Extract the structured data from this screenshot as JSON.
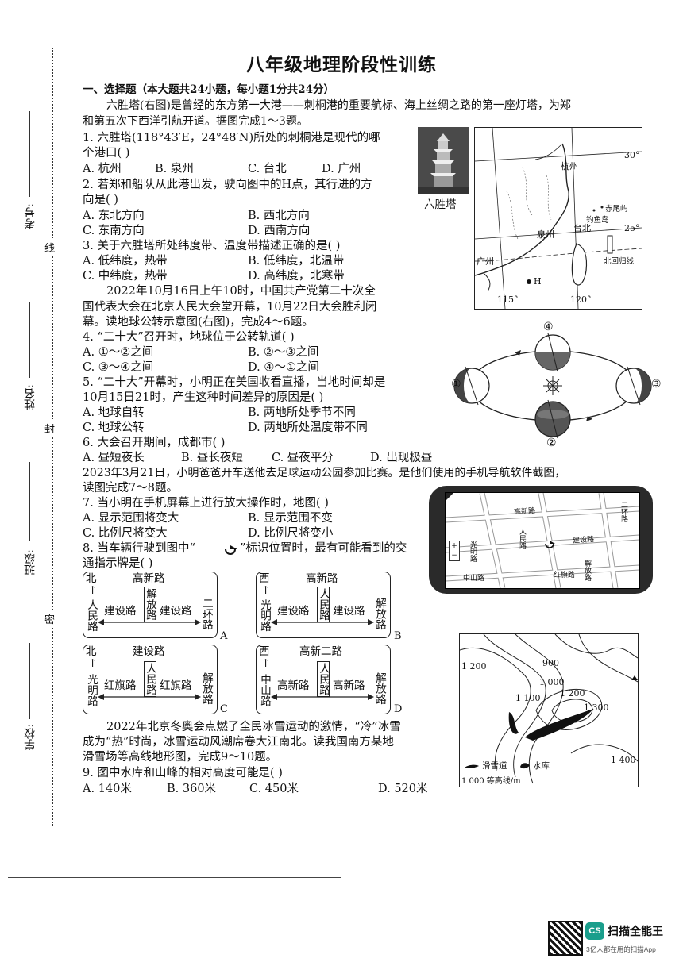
{
  "title": "八年级地理阶段性训练",
  "sidebar": {
    "exam_no": "考号:",
    "name": "姓名:",
    "class": "班级:",
    "school": "学校:",
    "seal_1": "线",
    "seal_2": "封",
    "seal_3": "密"
  },
  "section1": "一、选择题（本大题共24小题，每小题1分共24分）",
  "intro1_line1": "六胜塔(右图)是曾经的东方第一大港——刺桐港的重要航标、海上丝绸之路的第一座灯塔，为郑",
  "intro1_line2": "和第五次下西洋引航开道。据图完成1～3题。",
  "q1_line1": "1. 六胜塔(118°43′E，24°48′N)所处的刺桐港是现代的哪",
  "q1_line2": "个港口(     )",
  "q1_opts": [
    "A. 杭州",
    "B. 泉州",
    "C. 台北",
    "D. 广州"
  ],
  "q2_line1": "2. 若郑和船队从此港出发，驶向图中的H点，其行进的方",
  "q2_line2": "向是(     )",
  "q2_opts": [
    "A. 东北方向",
    "B. 西北方向",
    "C. 东南方向",
    "D. 西南方向"
  ],
  "q3": "3. 关于六胜塔所处纬度带、温度带描述正确的是(     )",
  "q3_opts": [
    "A. 低纬度，热带",
    "B. 低纬度，北温带",
    "C. 中纬度，热带",
    "D. 高纬度，北寒带"
  ],
  "intro2_line1": "2022年10月16日上午10时，中国共产党第二十次全",
  "intro2_line2": "国代表大会在北京人民大会堂开幕，10月22日大会胜利闭",
  "intro2_line3": "幕。读地球公转示意图(右图)，完成4～6题。",
  "q4": "4. “二十大”召开时，地球位于公转轨道(     )",
  "q4_opts": [
    "A. ①～②之间",
    "B. ②～③之间",
    "C. ③～④之间",
    "D. ④～①之间"
  ],
  "q5_line1": "5. “二十大”开幕时，小明正在美国收看直播，当地时间却是",
  "q5_line2": "10月15日21时，产生这种时间差异的原因是(     )",
  "q5_opts": [
    "A. 地球自转",
    "B. 两地所处季节不同",
    "C. 地球公转",
    "D. 两地所处温度带不同"
  ],
  "q6": "6. 大会召开期间，成都市(     )",
  "q6_opts": [
    "A. 昼短夜长",
    "B. 昼长夜短",
    "C. 昼夜平分",
    "D. 出现极昼"
  ],
  "intro3_line1": "2023年3月21日，小明爸爸开车送他去足球运动公园参加比赛。是他们使用的手机导航软件截图，",
  "intro3_line2": "读图完成7～8题。",
  "q7": "7. 当小明在手机屏幕上进行放大操作时，地图(     )",
  "q7_opts": [
    "A. 显示范围将变大",
    "B. 显示范围不变",
    "C. 比例尺将变大",
    "D. 比例尺将变小"
  ],
  "q8_line1": "8. 当车辆行驶到图中“",
  "q8_line1b": "”标识位置时，最有可能看到的交",
  "q8_line2": "通指示牌是(     )",
  "signs": {
    "A": {
      "dir": "北",
      "top": "高新路",
      "left": "人民路",
      "mid": "解放路",
      "lroad": "建设路",
      "rroad": "建设路",
      "right": "二环路",
      "letter": "A"
    },
    "B": {
      "dir": "西",
      "top": "高新路",
      "left": "光明路",
      "mid": "人民路",
      "lroad": "建设路",
      "rroad": "建设路",
      "right": "解放路",
      "letter": "B"
    },
    "C": {
      "dir": "北",
      "top": "建设路",
      "left": "光明路",
      "mid": "人民路",
      "lroad": "红旗路",
      "rroad": "红旗路",
      "right": "解放路",
      "letter": "C"
    },
    "D": {
      "dir": "西",
      "top": "高新二路",
      "left": "中山路",
      "mid": "人民路",
      "lroad": "高新路",
      "rroad": "高新路",
      "right": "解放路",
      "letter": "D"
    }
  },
  "intro4_line1": "2022年北京冬奥会点燃了全民冰雪运动的激情，“冷”冰雪",
  "intro4_line2": "成为“热”时尚，冰雪运动风潮席卷大江南北。读我国南方某地",
  "intro4_line3": "滑雪场等高线地形图，完成9～10题。",
  "q9": "9. 图中水库和山峰的相对高度可能是(     )",
  "q9_opts": [
    "A. 140米",
    "B. 360米",
    "C. 450米",
    "D. 520米"
  ],
  "map1": {
    "tower_caption": "六胜塔",
    "lat_30": "30°",
    "lat_25": "25°",
    "hangzhou": "杭州",
    "quanzhou": "泉州",
    "taibei": "台北",
    "guangzhou": "广州",
    "chiwei": "赤尾屿",
    "diaoyu": "钓鱼岛",
    "tropic": "北回归线",
    "h_point": "H",
    "lon_115": "115°",
    "lon_120": "120°"
  },
  "orbit": {
    "p1": "①",
    "p2": "②",
    "p3": "③",
    "p4": "④"
  },
  "phone_map": {
    "roads": [
      "高新路",
      "建设路",
      "人民路",
      "光明路",
      "中山路",
      "解放路",
      "红旗路",
      "二环路"
    ]
  },
  "contour_map": {
    "c1200a": "1 200",
    "c900": "900",
    "c1000": "1 000",
    "c1100": "1 100",
    "c1200b": "1 200",
    "c1300": "1 300",
    "c1400": "1 400",
    "legend_ski": "滑雪道",
    "legend_res": "水库",
    "legend_contour": "1 000 等高线/m"
  },
  "watermark": {
    "brand": "扫描全能王",
    "tag": "3亿人都在用的扫描App",
    "logo": "CS"
  }
}
